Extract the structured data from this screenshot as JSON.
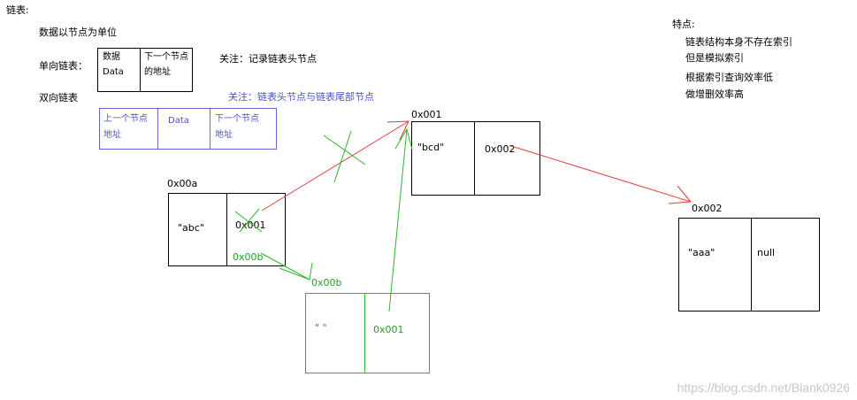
{
  "heading": "链表:",
  "unit_line": "数据以节点为单位",
  "singly": {
    "label": "单向链表：",
    "data_lines": [
      "数据",
      "Data"
    ],
    "next_lines": [
      "下一个节点",
      "的地址"
    ],
    "note": "关注：记录链表头节点"
  },
  "doubly": {
    "label": "双向链表",
    "note": "关注：链表头节点与链表尾部节点",
    "prev_lines": [
      "上一个节点",
      "地址"
    ],
    "data_label": "Data",
    "next_lines": [
      "下一个节点",
      "地址"
    ]
  },
  "features": {
    "title": "特点:",
    "lines": [
      "链表结构本身不存在索引",
      "但是模拟索引",
      "根据索引查询效率低",
      "做增删效率高"
    ]
  },
  "nodes": {
    "abc": {
      "address": "0x00a",
      "value": "\"abc\"",
      "next": "0x001",
      "new_next": "0x00b"
    },
    "bcd": {
      "address": "0x001",
      "value": "\"bcd\"",
      "next": "0x002"
    },
    "aaa": {
      "address": "0x002",
      "value": "\"aaa\"",
      "next": "null"
    },
    "inserted": {
      "address": "0x00b",
      "value": "\" \"",
      "next": "0x001"
    }
  },
  "colors": {
    "black": "#000000",
    "red": "#e23a3a",
    "green": "#2db52d",
    "blue": "#4b55c9"
  },
  "watermark": "https://blog.csdn.net/Blank0926"
}
